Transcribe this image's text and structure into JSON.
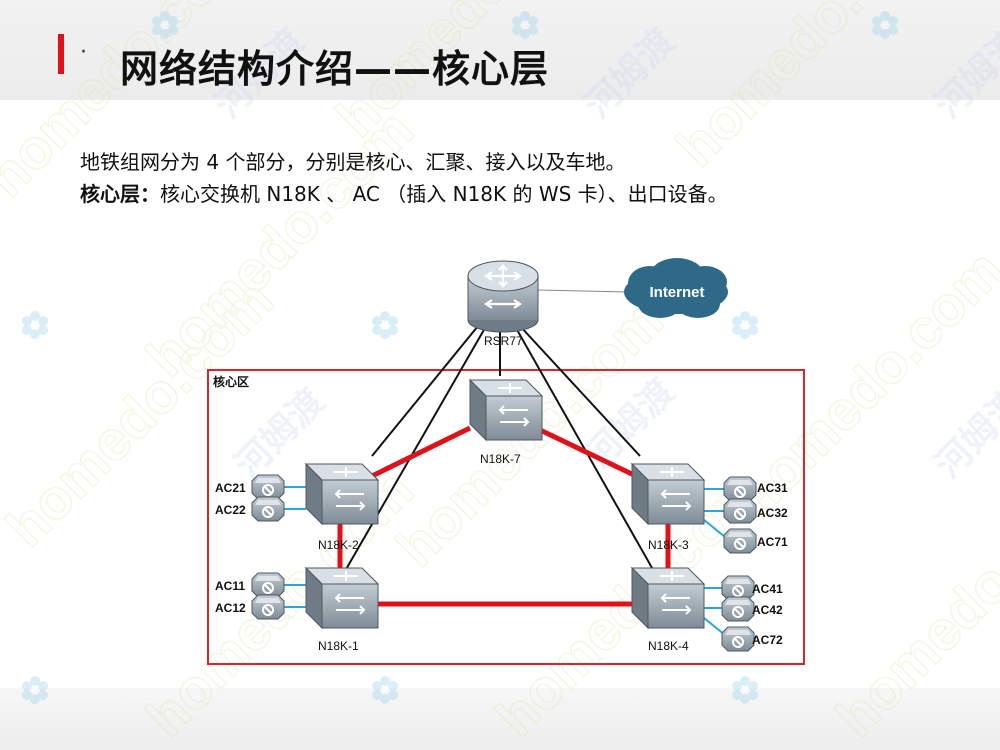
{
  "title": "网络结构介绍——核心层",
  "bullet": "·",
  "paragraphs": {
    "p1": "地铁组网分为 4 个部分，分别是核心、汇聚、接入以及车地。",
    "p2_bold": "核心层：",
    "p2_rest": "核心交换机 N18K 、 AC （插入 N18K 的 WS 卡）、出口设备。"
  },
  "diagram": {
    "core_area_label": "核心区",
    "internet_label": "Internet",
    "router_label": "RSR77",
    "switches": {
      "n18k7": "N18K-7",
      "n18k2": "N18K-2",
      "n18k3": "N18K-3",
      "n18k1": "N18K-1",
      "n18k4": "N18K-4"
    },
    "acs": {
      "ac21": "AC21",
      "ac22": "AC22",
      "ac11": "AC11",
      "ac12": "AC12",
      "ac31": "AC31",
      "ac32": "AC32",
      "ac71": "AC71",
      "ac41": "AC41",
      "ac42": "AC42",
      "ac72": "AC72"
    },
    "colors": {
      "core_border": "#d9262b",
      "red_link": "#e1111a",
      "blue_link": "#2aa6dc",
      "black_link": "#111111",
      "internet_cloud": "#2e6a88",
      "device_body": "#8d9ba6"
    }
  },
  "watermark": {
    "texts": [
      "homedo.com",
      "河姆渡"
    ]
  }
}
